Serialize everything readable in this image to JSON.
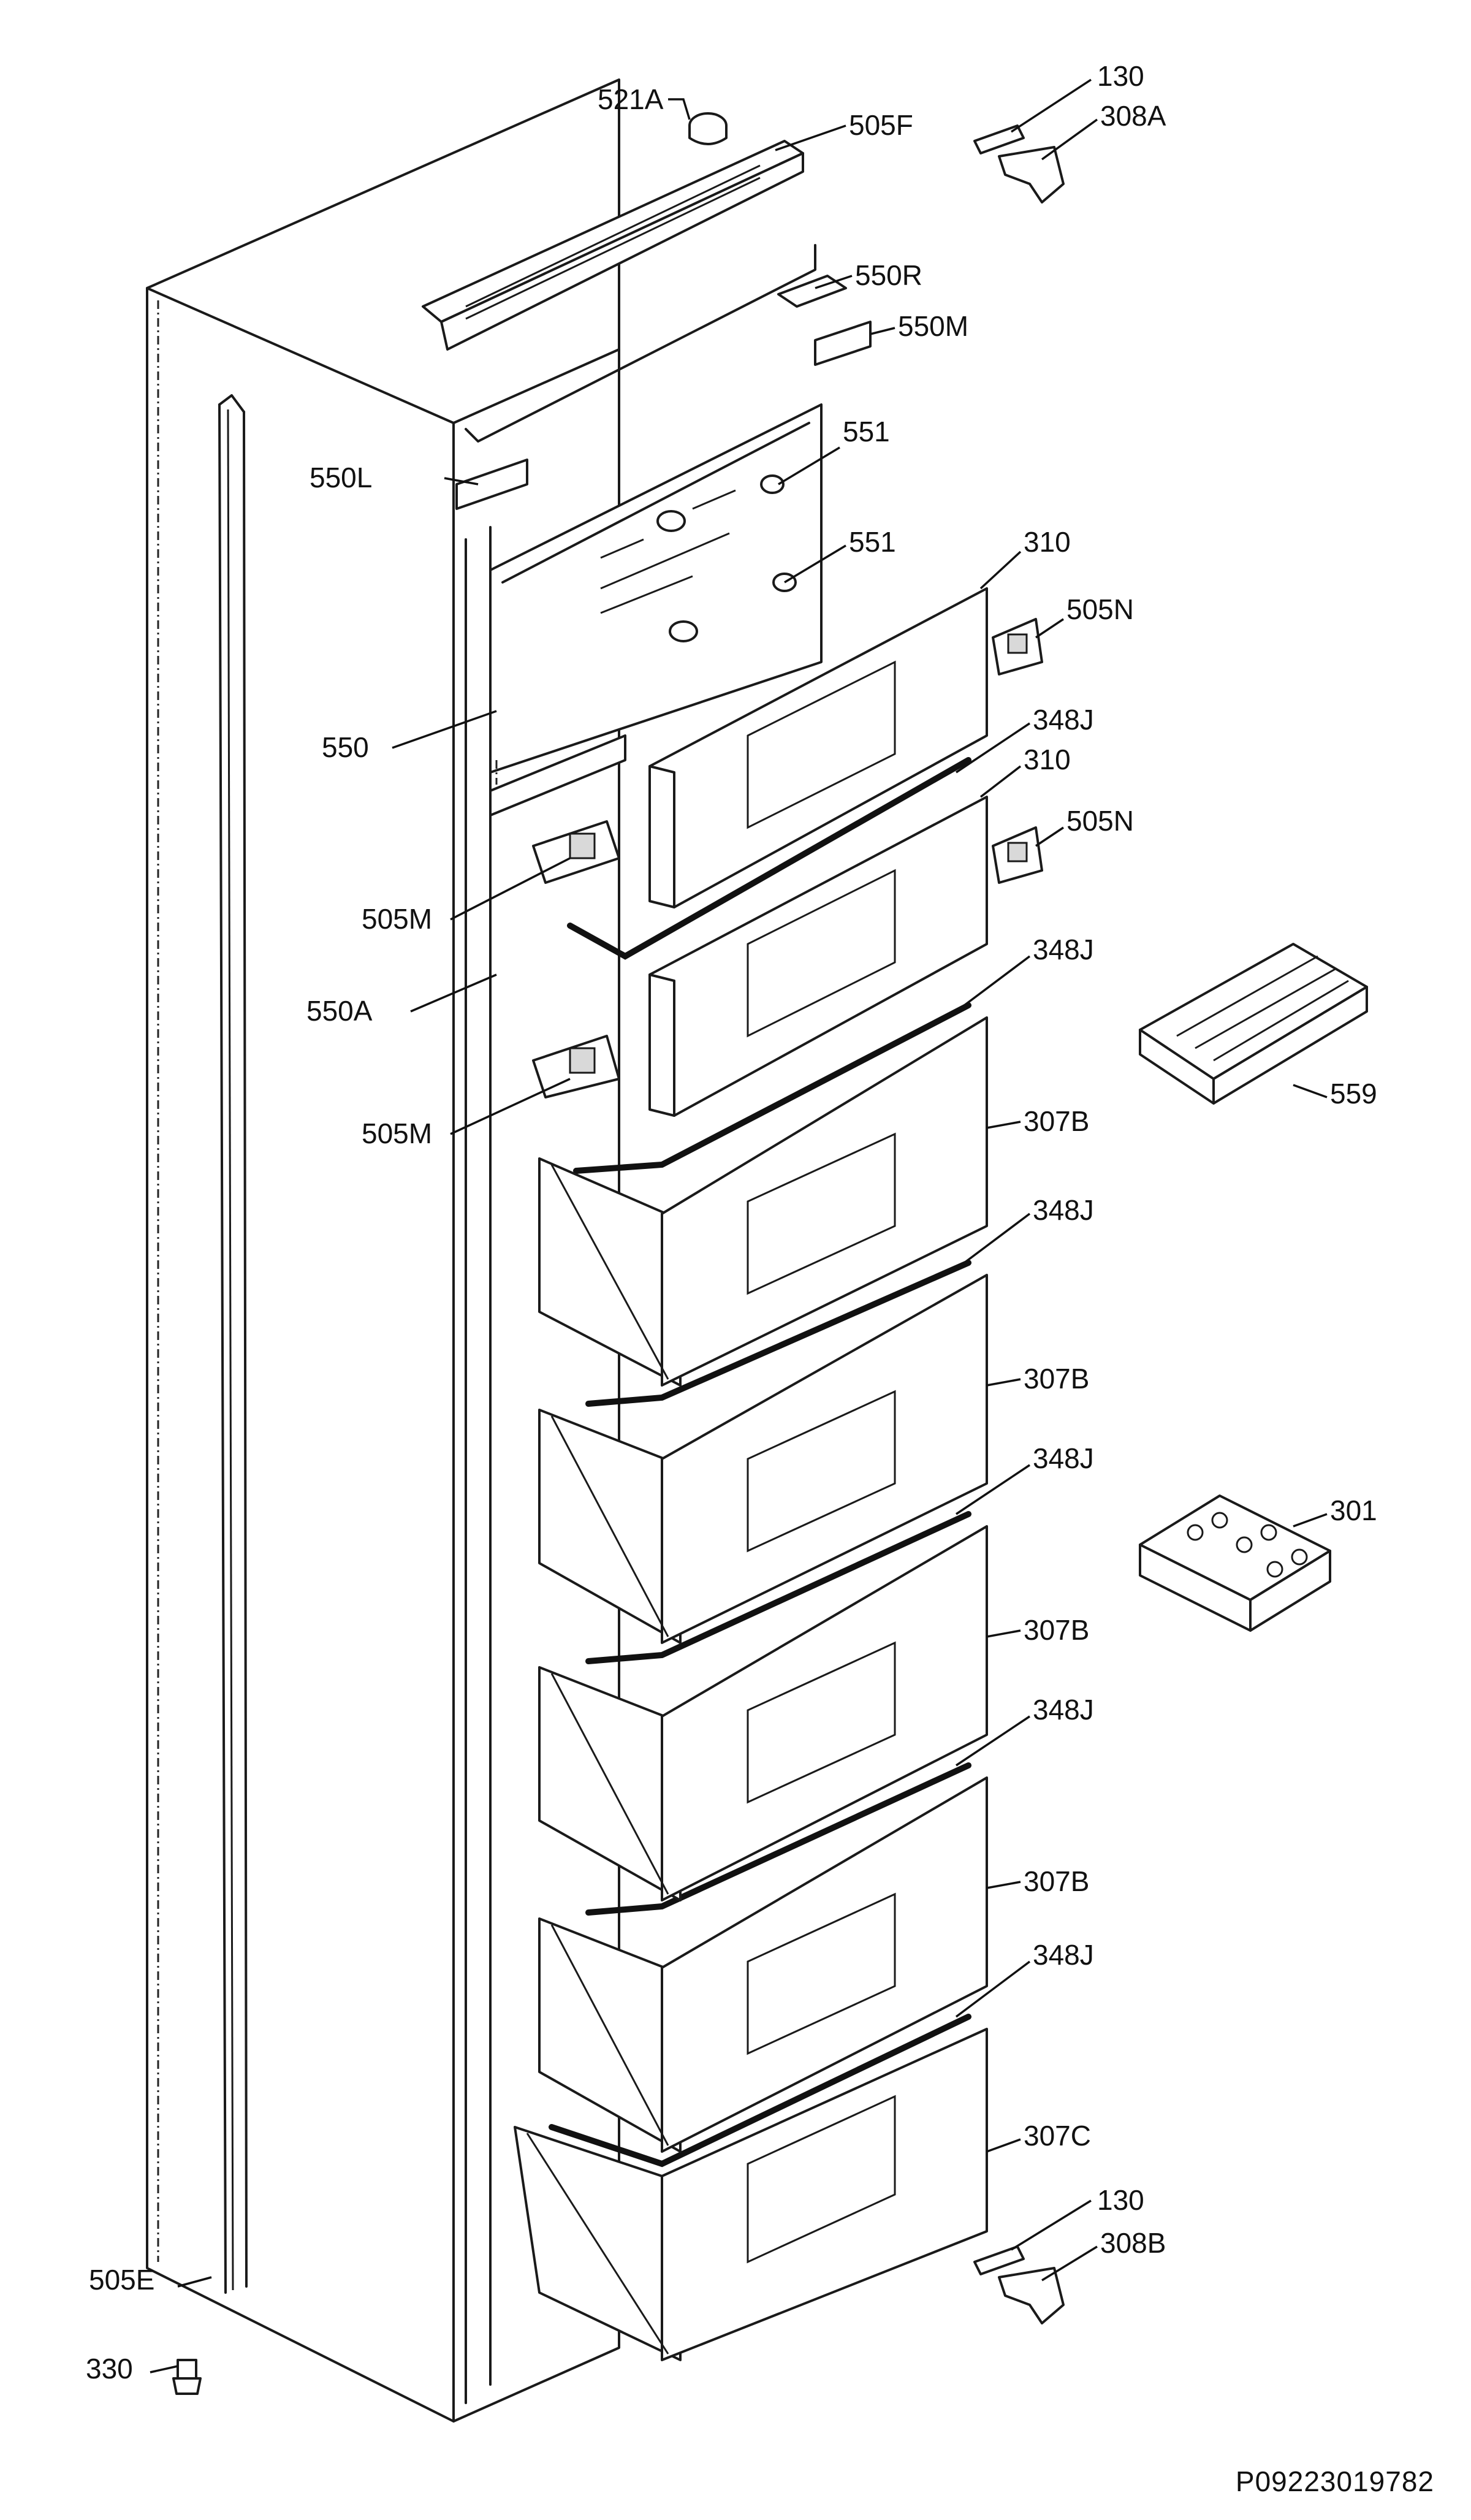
{
  "drawing_code": "P09223019782",
  "labels": {
    "l521A": "521A",
    "l505F": "505F",
    "l130a": "130",
    "l308A": "308A",
    "l550R": "550R",
    "l550M": "550M",
    "l550L": "550L",
    "l551a": "551",
    "l551b": "551",
    "l310a": "310",
    "l505Na": "505N",
    "l550": "550",
    "l348Ja": "348J",
    "l310b": "310",
    "l505Nb": "505N",
    "l505Ma": "505M",
    "l348Jb": "348J",
    "l550A": "550A",
    "l559": "559",
    "l505Mb": "505M",
    "l307Ba": "307B",
    "l348Jc": "348J",
    "l307Bb": "307B",
    "l348Jd": "348J",
    "l301": "301",
    "l307Bc": "307B",
    "l348Je": "348J",
    "l307Bd": "307B",
    "l348Jf": "348J",
    "l307C": "307C",
    "l130b": "130",
    "l308B": "308B",
    "l505E": "505E",
    "l330": "330"
  }
}
